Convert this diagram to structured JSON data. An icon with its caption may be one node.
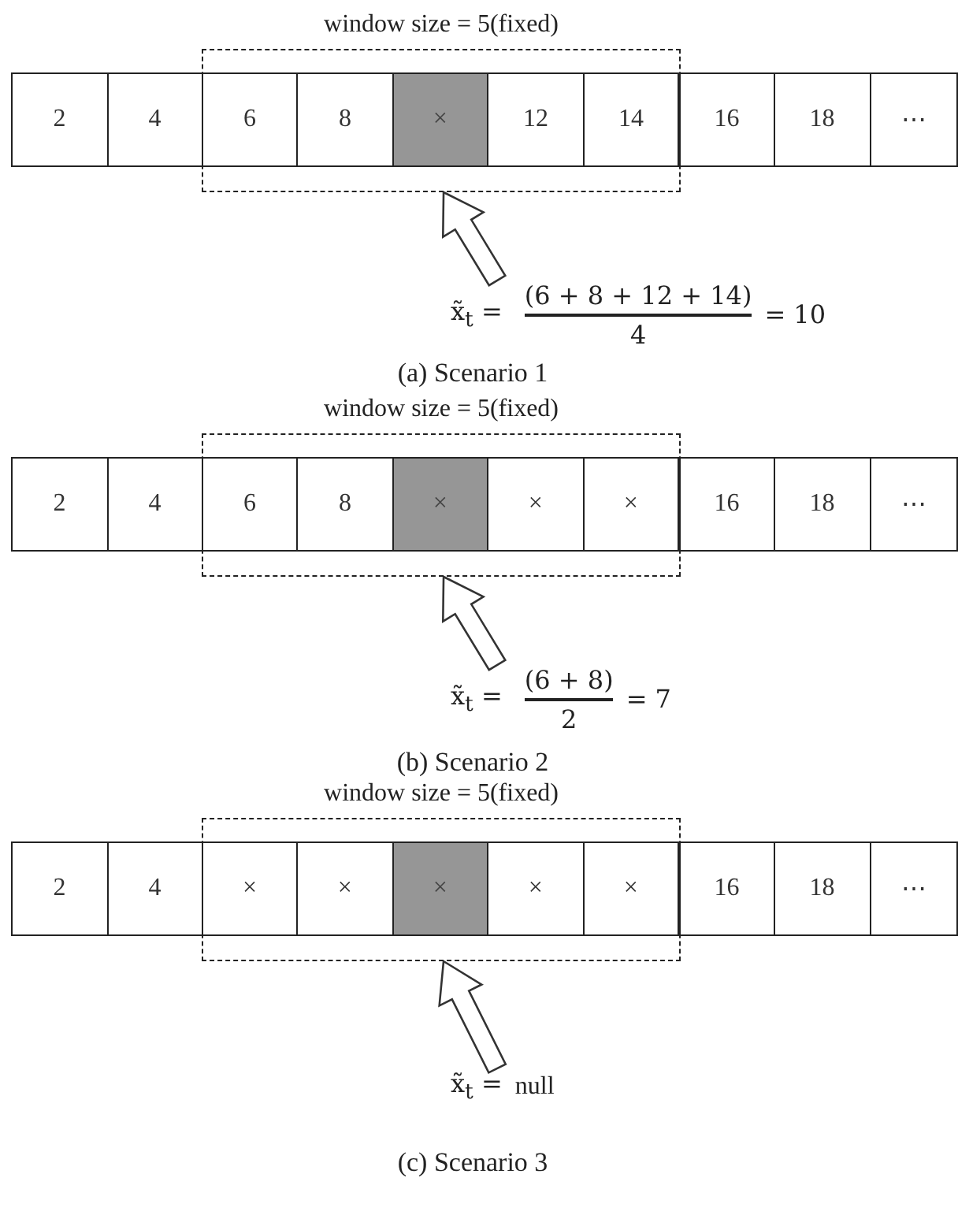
{
  "diagram": {
    "nodes": [
      {
        "text": [
          "window size = 5(fixed)"
        ]
      },
      {
        "text": [
          "2"
        ]
      },
      {
        "text": [
          "4"
        ]
      },
      {
        "text": [
          "6"
        ],
        "in": 0
      },
      {
        "text": [
          "8"
        ],
        "in": 0
      },
      {
        "text": [
          "×"
        ],
        "in": 0
      },
      {
        "text": [
          "12"
        ],
        "in": 0
      },
      {
        "text": [
          "14"
        ],
        "in": 0
      },
      {
        "text": [
          "16"
        ]
      },
      {
        "text": [
          "18"
        ]
      },
      {
        "text": [
          "⋯"
        ]
      },
      {
        "text": [
          "x̃$_{t}$ =",
          "(6 + 8 + 12 + 14)",
          "4",
          "= 10"
        ]
      },
      {
        "text": [
          "window size = 5(fixed)"
        ]
      },
      {
        "text": [
          "2"
        ]
      },
      {
        "text": [
          "4"
        ]
      },
      {
        "text": [
          "6"
        ],
        "in": 12
      },
      {
        "text": [
          "8"
        ],
        "in": 12
      },
      {
        "text": [
          "×"
        ],
        "in": 12
      },
      {
        "text": [
          "×"
        ],
        "in": 12
      },
      {
        "text": [
          "×"
        ],
        "in": 12
      },
      {
        "text": [
          "16"
        ]
      },
      {
        "text": [
          "18"
        ]
      },
      {
        "text": [
          "⋯"
        ]
      },
      {
        "text": [
          "x̃$_{t}$ =",
          "(6 + 8)",
          "2",
          "= 7"
        ]
      },
      {
        "text": [
          "window size = 5(fixed)"
        ]
      },
      {
        "text": [
          "2"
        ]
      },
      {
        "text": [
          "4"
        ]
      },
      {
        "text": [
          "×"
        ],
        "in": 24
      },
      {
        "text": [
          "×"
        ],
        "in": 24
      },
      {
        "text": [
          "×"
        ],
        "in": 24
      },
      {
        "text": [
          "×"
        ],
        "in": 24
      },
      {
        "text": [
          "×"
        ],
        "in": 24
      },
      {
        "text": [
          "16"
        ]
      },
      {
        "text": [
          "18"
        ]
      },
      {
        "text": [
          "⋯"
        ]
      },
      {
        "text": [
          "x̃$_{t}$ =",
          "null"
        ]
      }
    ],
    "edges": [
      {
        "from": 11,
        "to": 0,
        "arrow": "to"
      },
      {
        "from": 23,
        "to": 12,
        "arrow": "to"
      },
      {
        "from": 35,
        "to": 24,
        "arrow": "to"
      }
    ],
    "labels": [
      "(a) Scenario 1",
      "(b) Scenario 2",
      "(c) Scenario 3"
    ]
  }
}
